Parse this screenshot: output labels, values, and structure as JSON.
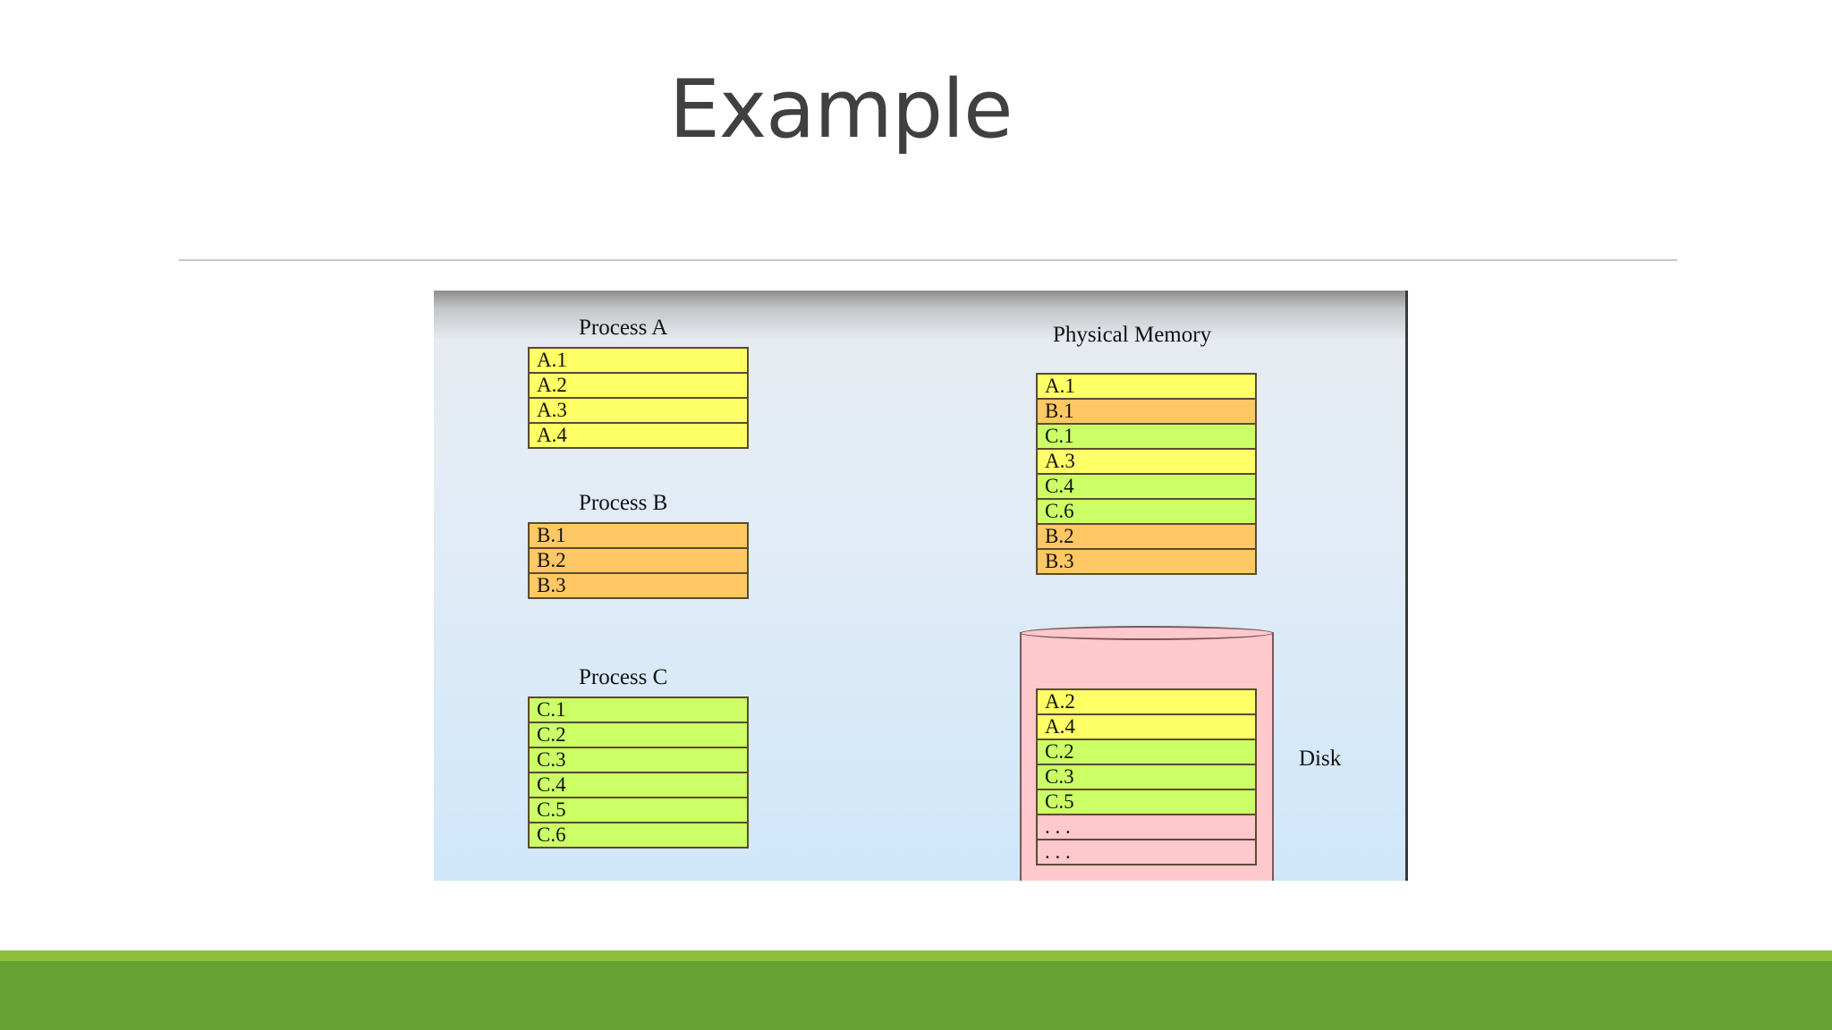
{
  "slide": {
    "title": "Example"
  },
  "colors": {
    "process_a": "#ffff66",
    "process_b": "#ffc864",
    "process_c": "#ccff66",
    "disk_empty": "#ffc8cc",
    "footer": "#65a133"
  },
  "diagram": {
    "process_a": {
      "label": "Process A",
      "pages": [
        {
          "text": "A.1",
          "owner": "a"
        },
        {
          "text": "A.2",
          "owner": "a"
        },
        {
          "text": "A.3",
          "owner": "a"
        },
        {
          "text": "A.4",
          "owner": "a"
        }
      ]
    },
    "process_b": {
      "label": "Process B",
      "pages": [
        {
          "text": "B.1",
          "owner": "b"
        },
        {
          "text": "B.2",
          "owner": "b"
        },
        {
          "text": "B.3",
          "owner": "b"
        }
      ]
    },
    "process_c": {
      "label": "Process C",
      "pages": [
        {
          "text": "C.1",
          "owner": "c"
        },
        {
          "text": "C.2",
          "owner": "c"
        },
        {
          "text": "C.3",
          "owner": "c"
        },
        {
          "text": "C.4",
          "owner": "c"
        },
        {
          "text": "C.5",
          "owner": "c"
        },
        {
          "text": "C.6",
          "owner": "c"
        }
      ]
    },
    "physical_memory": {
      "label": "Physical Memory",
      "pages": [
        {
          "text": "A.1",
          "owner": "a"
        },
        {
          "text": "B.1",
          "owner": "b"
        },
        {
          "text": "C.1",
          "owner": "c"
        },
        {
          "text": "A.3",
          "owner": "a"
        },
        {
          "text": "C.4",
          "owner": "c"
        },
        {
          "text": "C.6",
          "owner": "c"
        },
        {
          "text": "B.2",
          "owner": "b"
        },
        {
          "text": "B.3",
          "owner": "b"
        }
      ]
    },
    "disk": {
      "label": "Disk",
      "pages": [
        {
          "text": "A.2",
          "owner": "a"
        },
        {
          "text": "A.4",
          "owner": "a"
        },
        {
          "text": "C.2",
          "owner": "c"
        },
        {
          "text": "C.3",
          "owner": "c"
        },
        {
          "text": "C.5",
          "owner": "c"
        },
        {
          "text": ". . .",
          "owner": "empty"
        },
        {
          "text": ". . .",
          "owner": "empty"
        }
      ]
    }
  }
}
